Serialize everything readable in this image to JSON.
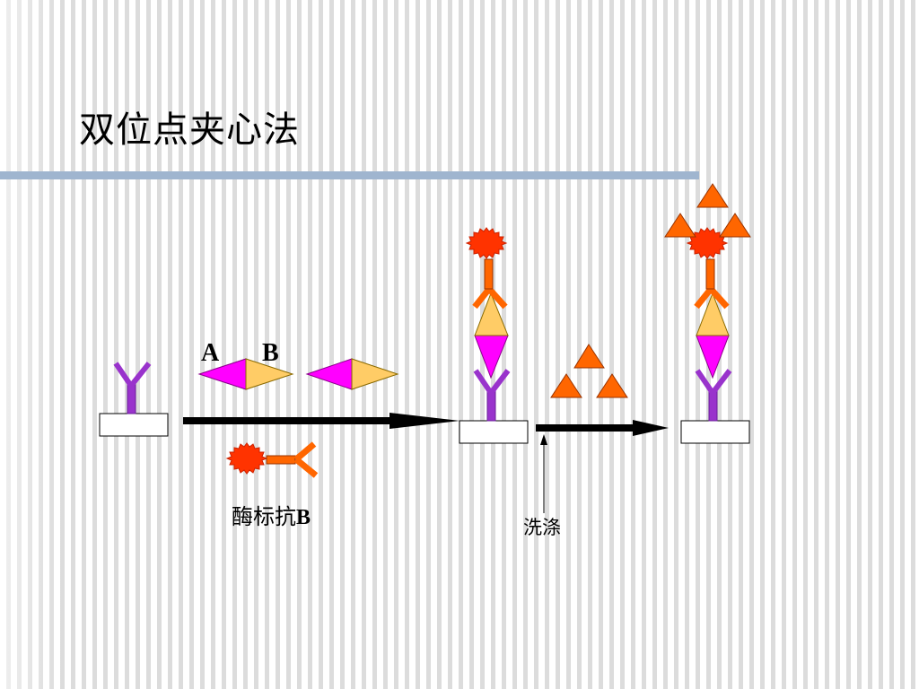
{
  "title": "双位点夹心法",
  "antigen_labels": {
    "a": "A",
    "b": "B"
  },
  "enzyme_antibody_label": {
    "text": "酶标抗",
    "suffix": "B"
  },
  "wash_label": "洗涤",
  "colors": {
    "antibody_purple": "#9933cc",
    "antigen_a_magenta": "#ff00ff",
    "antigen_b_yellow": "#ffcc66",
    "enzyme_antibody_orange": "#ff6600",
    "enzyme_red": "#ff3300",
    "substrate_orange": "#ff6600",
    "title_rule": "#9fb5cf"
  }
}
